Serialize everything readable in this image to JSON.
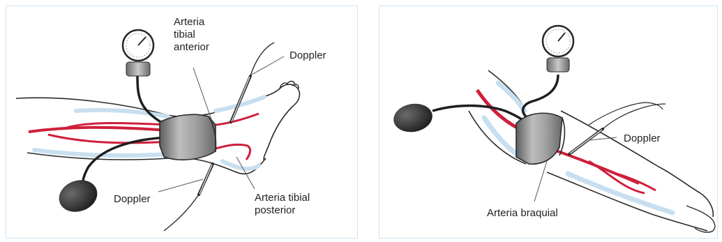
{
  "left_panel": {
    "label_arteria_tibial_anterior": [
      "Arteria",
      "tibial",
      "anterior"
    ],
    "label_doppler_top": "Doppler",
    "label_doppler_bottom": "Doppler",
    "label_arteria_tibial_posterior": [
      "Arteria tibial",
      "posterior"
    ]
  },
  "right_panel": {
    "label_doppler": "Doppler",
    "label_arteria_braquial": "Arteria braquial"
  },
  "colors": {
    "artery_red": "#cf1f3a",
    "vein_blue": "#c8dff0",
    "outline": "#2a2a2a",
    "cuff_grey": "#8d8d8d",
    "bulb_dark": "#2d2d2d",
    "panel_border": "#cfe3ef"
  }
}
